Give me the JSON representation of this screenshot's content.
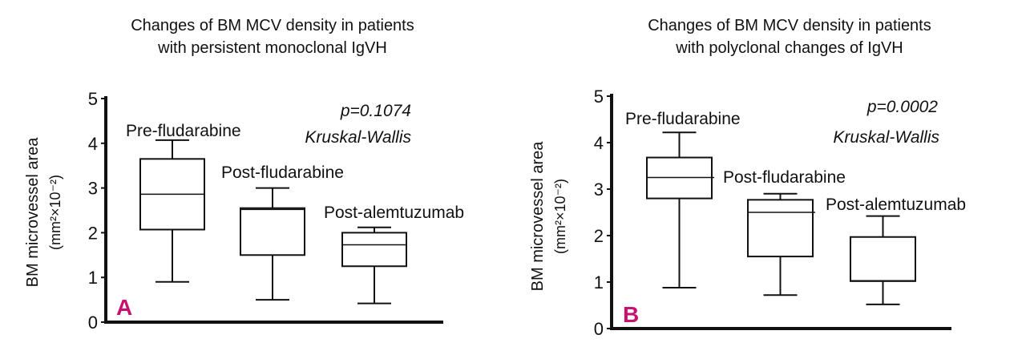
{
  "chart_data": [
    {
      "type": "box",
      "panel_label": "A",
      "title": [
        "Changes of BM MCV density in patients",
        "with persistent monoclonal IgVH"
      ],
      "ylabel": "BM microvessel area",
      "ylabel_unit": "(mm²×10⁻²)",
      "ylim": [
        0,
        5
      ],
      "yticks": [
        "0",
        "1",
        "2",
        "3",
        "4",
        "5"
      ],
      "annotation": [
        "p=0.1074",
        "Kruskal-Wallis"
      ],
      "categories": [
        "Pre-fludarabine",
        "Post-fludarabine",
        "Post-alemtuzumab"
      ],
      "boxes": [
        {
          "min": 0.9,
          "q1": 2.07,
          "median": 2.86,
          "q3": 3.65,
          "max": 4.07
        },
        {
          "min": 0.5,
          "q1": 1.5,
          "median": 2.52,
          "q3": 2.55,
          "max": 3.0
        },
        {
          "min": 0.42,
          "q1": 1.25,
          "median": 1.73,
          "q3": 2.0,
          "max": 2.12
        }
      ]
    },
    {
      "type": "box",
      "panel_label": "B",
      "title": [
        "Changes of BM MCV density in patients",
        "with polyclonal changes of IgVH"
      ],
      "ylabel": "BM microvessel area",
      "ylabel_unit": "(mm²×10⁻²)",
      "ylim": [
        0,
        5
      ],
      "yticks": [
        "0",
        "1",
        "2",
        "3",
        "4",
        "5"
      ],
      "annotation": [
        "p=0.0002",
        "Kruskal-Wallis"
      ],
      "categories": [
        "Pre-fludarabine",
        "Post-fludarabine",
        "Post-alemtuzumab"
      ],
      "boxes": [
        {
          "min": 0.88,
          "q1": 2.8,
          "median": 3.25,
          "q3": 3.68,
          "max": 4.22
        },
        {
          "min": 0.72,
          "q1": 1.55,
          "median": 2.5,
          "q3": 2.77,
          "max": 2.9
        },
        {
          "min": 0.52,
          "q1": 1.02,
          "median": 1.03,
          "q3": 1.97,
          "max": 2.42
        }
      ]
    }
  ],
  "colors": {
    "panel_label": "#c8106e",
    "ink": "#111111"
  }
}
